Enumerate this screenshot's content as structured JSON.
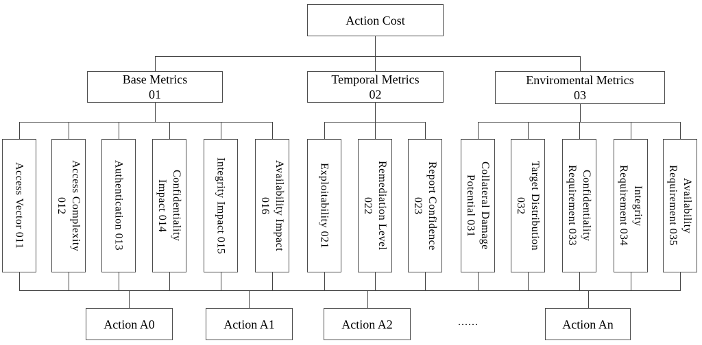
{
  "tree": {
    "root": {
      "label": "Action Cost"
    },
    "branches": [
      {
        "label": "Base Metrics\n01",
        "children": [
          "Access Vector 011",
          "Access Complexity\n012",
          "Authentication 013",
          "Confidentiality\nImpact 014",
          "Integrity Impact 015",
          "Availability Impact\n016"
        ]
      },
      {
        "label": "Temporal Metrics\n02",
        "children": [
          "Exploitability 021",
          "Remediation Level\n022",
          "Report Confidence\n023"
        ]
      },
      {
        "label": "Enviromental Metrics\n03",
        "children": [
          "Collateral Damage\nPotential 031",
          "Target Distribution\n032",
          "Confidentiality\nRequirement 033",
          "Integrity\nRequirement 034",
          "Availability\nRequirement 035"
        ]
      }
    ],
    "actions": [
      "Action A0",
      "Action A1",
      "Action A2",
      "Action An"
    ],
    "ellipsis": "......",
    "colors": {
      "background": "#ffffff",
      "line": "#444444",
      "box_border": "#4d4d4d",
      "text": "#000000"
    }
  }
}
